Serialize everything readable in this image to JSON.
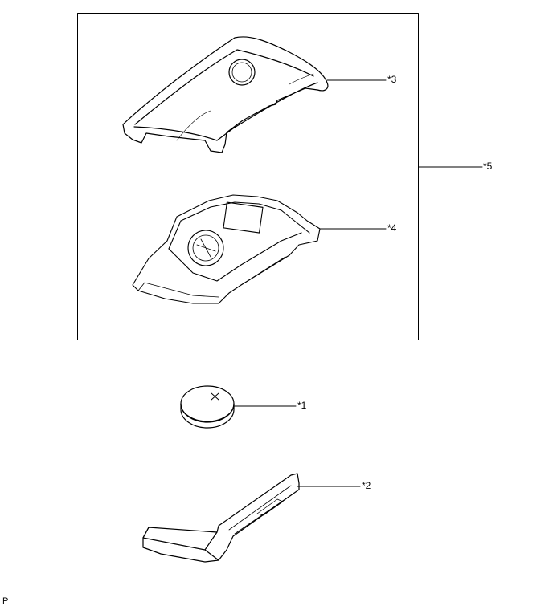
{
  "callouts": {
    "battery": "*1",
    "mechanical_key": "*2",
    "upper_case": "*3",
    "lower_case_assembly": "*4",
    "case_assembly": "*5"
  },
  "footer_code": "P"
}
